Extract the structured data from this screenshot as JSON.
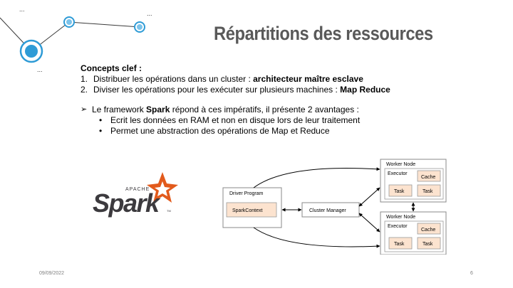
{
  "slide": {
    "deco_dots": [
      "...",
      "...",
      "..."
    ],
    "title": "Répartitions des ressources",
    "concepts": {
      "heading": "Concepts clef :",
      "items": [
        {
          "num": "1.",
          "text": "Distribuer les opérations dans un cluster : ",
          "bold": "architecteur maître esclave"
        },
        {
          "num": "2.",
          "text": "Diviser les opérations pour les exécuter sur plusieurs machines : ",
          "bold": "Map Reduce"
        }
      ]
    },
    "framework": {
      "arrow": "➢",
      "pre": "Le framework ",
      "bold": "Spark",
      "post": " répond à ces impératifs, il présente 2 avantages :",
      "subs": [
        "Ecrit les données en RAM et non en disque lors de leur traitement",
        "Permet une abstraction des opérations de Map et Reduce"
      ]
    },
    "logo": {
      "apache": "APACHE",
      "spark": "Spark",
      "tm": "TM"
    },
    "diagram": {
      "driver_program": "Driver Program",
      "spark_context": "SparkContext",
      "cluster_manager": "Cluster Manager",
      "worker_nodes": [
        {
          "label": "Worker Node",
          "executor": "Executor",
          "cache": "Cache",
          "tasks": [
            "Task",
            "Task"
          ]
        },
        {
          "label": "Worker Node",
          "executor": "Executor",
          "cache": "Cache",
          "tasks": [
            "Task",
            "Task"
          ]
        }
      ]
    },
    "footer": {
      "date": "09/09/2022",
      "page": "6"
    },
    "colors": {
      "accent_blue": "#2e9bd6",
      "title_gray": "#595959",
      "spark_orange": "#e25a1c",
      "box_fill": "#fce3cf"
    }
  }
}
